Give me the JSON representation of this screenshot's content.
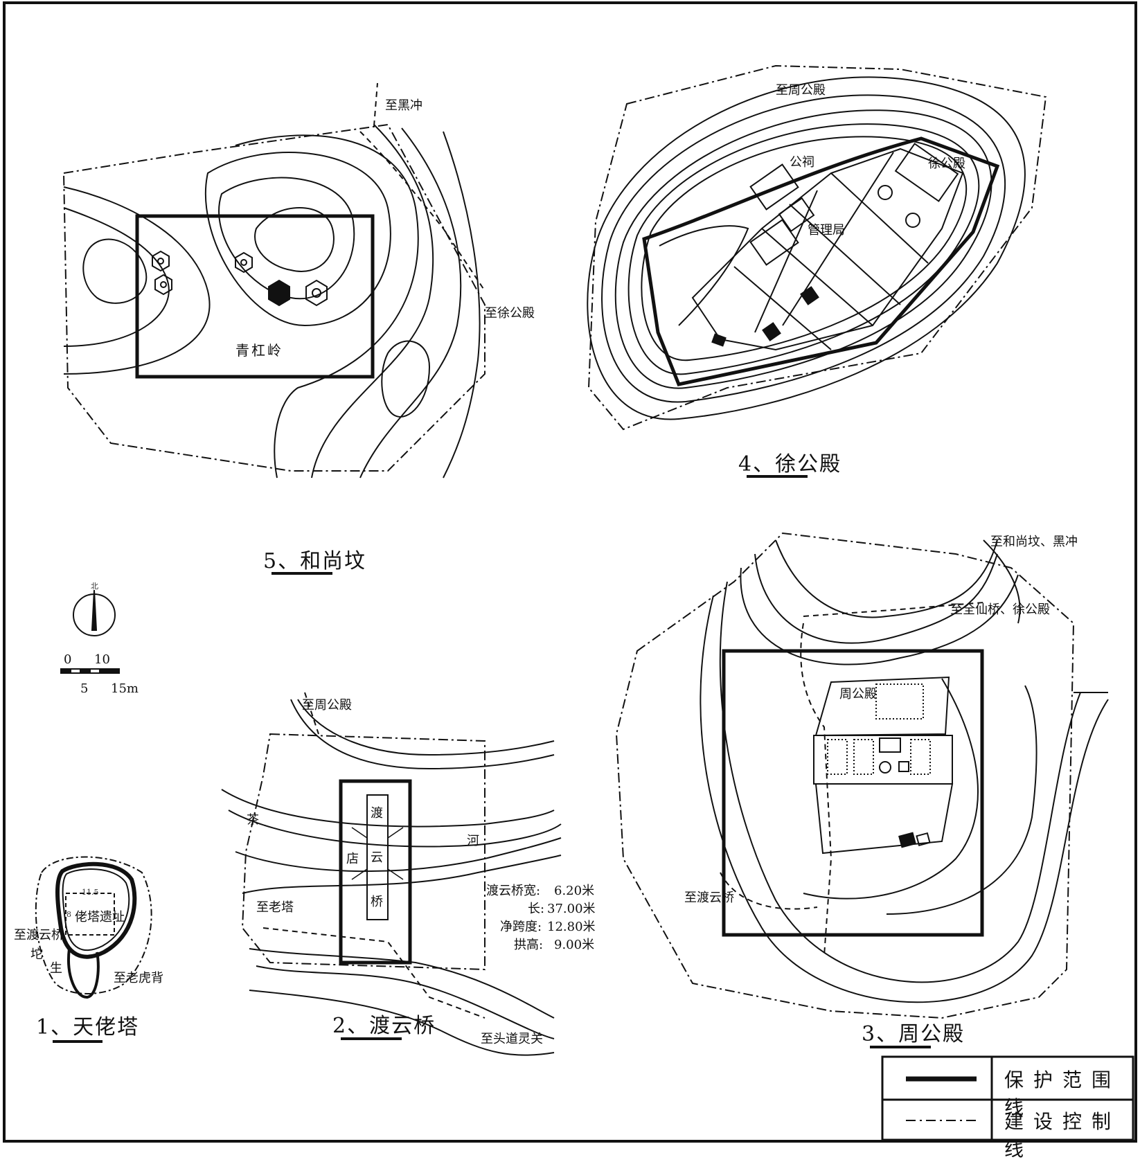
{
  "maps": {
    "heshangfen": {
      "title": "5、和尚坟",
      "place": "青杠岭",
      "road_heichong": "至黑冲",
      "road_xugongdian": "至徐公殿"
    },
    "xugongdian": {
      "title": "4、徐公殿",
      "road_zhougongdian": "至周公殿",
      "building_gongci": "公祠",
      "building_xugongdian": "徐公殿",
      "building_guanliju": "管理局"
    },
    "zhougongdian": {
      "title": "3、周公殿",
      "road_heshang": "至和尚坟、黑冲",
      "road_quanxian": "至全仙桥、徐公殿",
      "road_duyun": "至渡云桥",
      "building": "周公殿"
    },
    "duyunqiao": {
      "title": "2、渡云桥",
      "road_zhougong": "至周公殿",
      "road_laota": "至老塔",
      "road_toudao": "至头道灵关",
      "river_left": "茶",
      "river_right": "河",
      "bridge_chars": [
        "渡",
        "云",
        "桥"
      ],
      "bridge_left_char": "店",
      "specs": [
        {
          "label": "渡云桥宽:",
          "value": "6.20米"
        },
        {
          "label": "长:",
          "value": "37.00米"
        },
        {
          "label": "净跨度:",
          "value": "12.80米"
        },
        {
          "label": "拱高:",
          "value": "9.00米"
        }
      ]
    },
    "tianlaota": {
      "title": "1、天佬塔",
      "site_label": "佬塔遗址",
      "road_duyun": "至渡云桥",
      "road_laohu": "至老虎背",
      "dim_v": "8",
      "dim_h": "11.5",
      "mark_left": "坨",
      "mark_low": "生"
    }
  },
  "north_arrow": {
    "label": "北"
  },
  "scale_bar": {
    "top": [
      "0",
      "10"
    ],
    "bottom": [
      "5",
      "15m"
    ]
  },
  "legend": {
    "protection": "保护范围线",
    "construction": "建设控制线"
  },
  "colors": {
    "ink": "#111111",
    "paper": "#ffffff"
  }
}
